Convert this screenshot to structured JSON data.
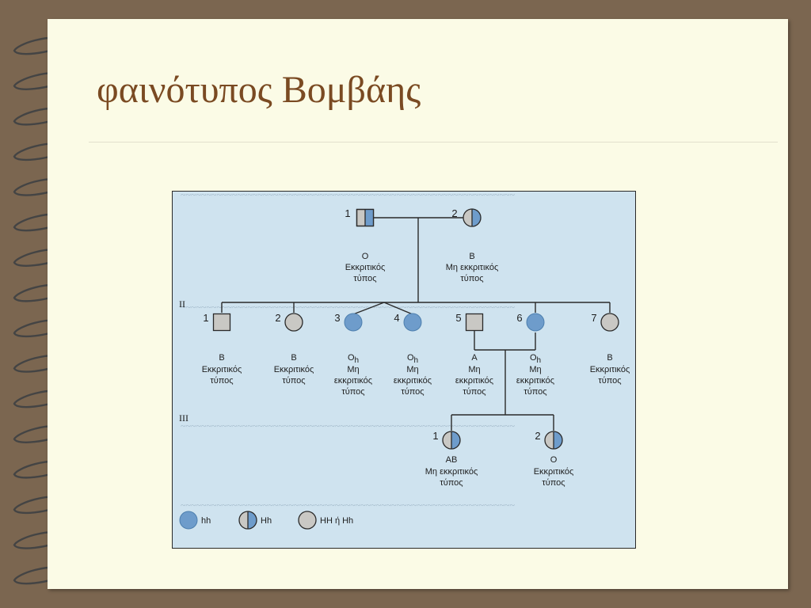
{
  "title": "φαινότυπος Βομβάης",
  "colors": {
    "page": "#fbfbe6",
    "background": "#7b6650",
    "title": "#7a4a22",
    "figure": "#cfe3ef",
    "hh": "#6e9ccb",
    "Hh_fill": "#6e9ccb",
    "HH_fill": "#c9c8c4"
  },
  "pedigree": {
    "generations": {
      "II": "II",
      "III": "III"
    },
    "gen1": [
      {
        "num": "1",
        "sex": "male",
        "genotype": "Hh",
        "line1": "O",
        "line2": "Εκκριτικός",
        "line3": "τύπος"
      },
      {
        "num": "2",
        "sex": "female",
        "genotype": "Hh",
        "line1": "B",
        "line2": "Μη εκκριτικός",
        "line3": "τύπος"
      }
    ],
    "gen2": [
      {
        "num": "1",
        "sex": "male",
        "genotype": "HH",
        "line1": "B",
        "line2": "Εκκριτικός",
        "line3": "τύπος"
      },
      {
        "num": "2",
        "sex": "female",
        "genotype": "HH",
        "line1": "B",
        "line2": "Εκκριτικός",
        "line3": "τύπος"
      },
      {
        "num": "3",
        "sex": "female",
        "genotype": "hh",
        "line1": "O",
        "sub": "h",
        "line2": "Μη",
        "line3": "εκκριτικός",
        "line4": "τύπος"
      },
      {
        "num": "4",
        "sex": "female",
        "genotype": "hh",
        "line1": "O",
        "sub": "h",
        "line2": "Μη",
        "line3": "εκκριτικός",
        "line4": "τύπος"
      },
      {
        "num": "5",
        "sex": "male",
        "genotype": "HH",
        "line1": "A",
        "line2": "Μη",
        "line3": "εκκριτικός",
        "line4": "τύπος"
      },
      {
        "num": "6",
        "sex": "female",
        "genotype": "hh",
        "line1": "O",
        "sub": "h",
        "line2": "Μη",
        "line3": "εκκριτικός",
        "line4": "τύπος"
      },
      {
        "num": "7",
        "sex": "female",
        "genotype": "HH",
        "line1": "B",
        "line2": "Εκκριτικός",
        "line3": "τύπος"
      }
    ],
    "gen3": [
      {
        "num": "1",
        "sex": "female",
        "genotype": "Hh",
        "line1": "AB",
        "line2": "Μη εκκριτικός",
        "line3": "τύπος"
      },
      {
        "num": "2",
        "sex": "female",
        "genotype": "Hh",
        "line1": "O",
        "line2": "Εκκριτικός",
        "line3": "τύπος"
      }
    ],
    "legend": [
      {
        "genotype": "hh",
        "label": "hh"
      },
      {
        "genotype": "Hh",
        "label": "Hh"
      },
      {
        "genotype": "HH",
        "label": "HH ή Hh"
      }
    ]
  }
}
